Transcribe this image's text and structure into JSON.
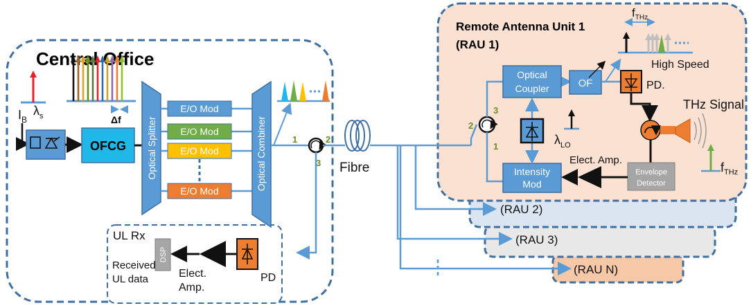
{
  "central_office": {
    "title": "Central Office",
    "ib_label": "I",
    "ib_sub": "B",
    "lambda_s_label": "λ",
    "lambda_s_sub": "s",
    "delta_f_label": "Δf",
    "ofcg_label": "OFCG",
    "splitter_label": "Optical Splitter",
    "combiner_label": "Optical Combiner",
    "modulators": [
      "E/O Mod",
      "E/O Mod",
      "E/O Mod",
      "E/O Mod"
    ],
    "circulator_ports": [
      "1",
      "2",
      "3"
    ]
  },
  "fibre_label": "Fibre",
  "ul_rx": {
    "title": "UL Rx",
    "dsp_label": "DSP",
    "received_line1": "Received",
    "received_line2": "UL data",
    "amp_line1": "Elect.",
    "amp_line2": "Amp.",
    "pd_label": "PD"
  },
  "rau1": {
    "title_line1": "Remote Antenna Unit 1",
    "title_line2": "(RAU 1)",
    "f_thz_top": "f",
    "f_thz_top_sub": "THz",
    "optical_coupler_line1": "Optical",
    "optical_coupler_line2": "Coupler",
    "of_label": "OF",
    "high_speed_label": "High Speed",
    "pd_label": "PD.",
    "thz_signal_label": "THz Signal",
    "lambda_lo_label": "λ",
    "lambda_lo_sub": "LO",
    "intensity_mod_line1": "Intensity",
    "intensity_mod_line2": "Mod",
    "elect_amp_label": "Elect. Amp.",
    "envelope_line1": "Envelope",
    "envelope_line2": "Detector",
    "f_thz_bottom": "f",
    "f_thz_bottom_sub": "THz",
    "circulator_ports": [
      "2",
      "3",
      "1"
    ]
  },
  "other_raus": [
    "(RAU 2)",
    "(RAU 3)",
    "(RAU N)"
  ],
  "colors": {
    "frame": "#3f6fa0",
    "block_blue": "#5b9bd5",
    "green": "#70ad47",
    "yellow": "#ffc000",
    "orange": "#ed7d31",
    "cyan": "#1fb8e8",
    "rau1_fill": "#fbe1d2",
    "rau2_fill": "#dbe4f1",
    "rau3_fill": "#e8e8e8",
    "raun_fill": "#f6c8a8",
    "port_green": "#6a8f1e"
  }
}
